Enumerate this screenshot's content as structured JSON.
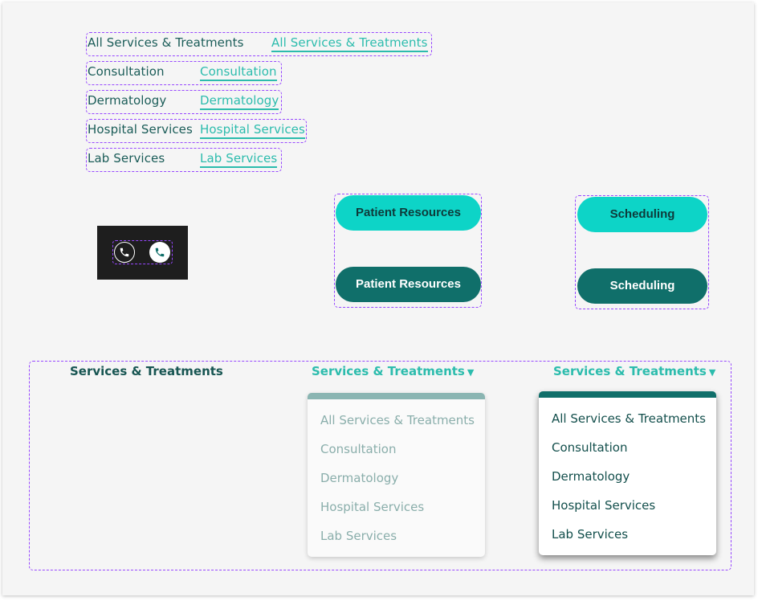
{
  "links": [
    {
      "label": "All Services & Treatments"
    },
    {
      "label": "Consultation"
    },
    {
      "label": "Dermatology"
    },
    {
      "label": "Hospital Services"
    },
    {
      "label": "Lab Services"
    }
  ],
  "phone_icons": {
    "outline": "phone-outline-icon",
    "filled": "phone-filled-icon"
  },
  "buttons": {
    "patient_resources": "Patient Resources",
    "scheduling": "Scheduling"
  },
  "nav": {
    "label": "Services & Treatments",
    "caret": "▼",
    "menu_items": [
      "All Services & Treatments",
      "Consultation",
      "Dermatology",
      "Hospital Services",
      "Lab Services"
    ]
  },
  "colors": {
    "teal_text": "#1a5c58",
    "teal_link": "#2cbcad",
    "pill_light": "#0dd4c7",
    "pill_dark": "#106f6a",
    "frame_dash": "#9747ff"
  }
}
